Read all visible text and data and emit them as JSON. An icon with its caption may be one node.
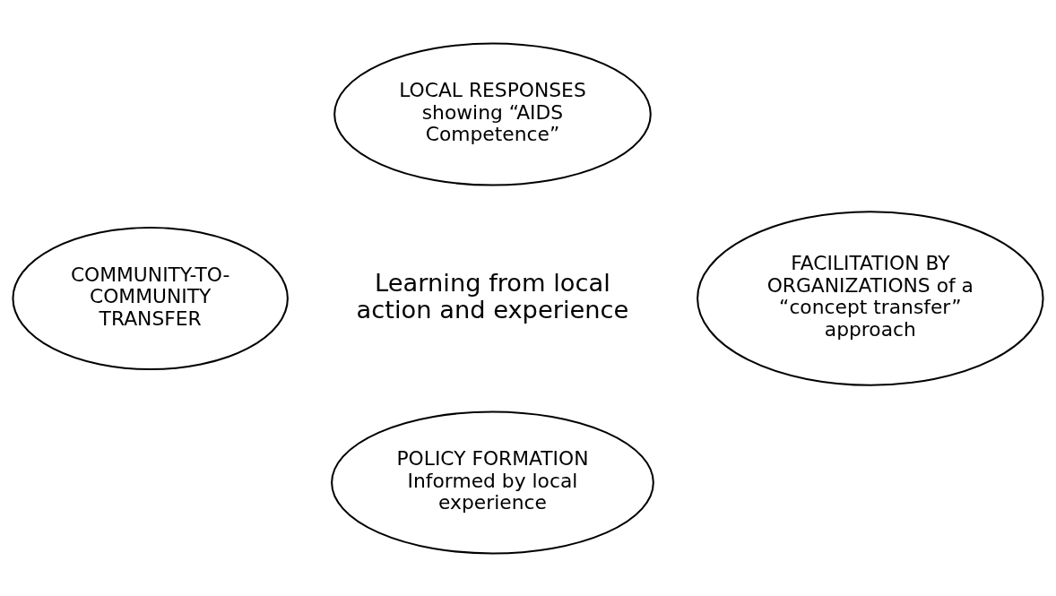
{
  "diagram": {
    "nodes": [
      {
        "text": [
          "LOCAL RESPONSES",
          "showing “AIDS Competence”"
        ]
      },
      {
        "text": [
          "COMMUNITY-TO-COMMUNITY TRANSFER"
        ]
      },
      {
        "text": [
          "FACILITATION BY ORGANIZATIONS of a “concept transfer” approach"
        ]
      },
      {
        "text": [
          "POLICY FORMATION",
          "Informed by local experience"
        ]
      }
    ],
    "edges": [],
    "labels": [
      "Learning from local action and experience"
    ]
  }
}
